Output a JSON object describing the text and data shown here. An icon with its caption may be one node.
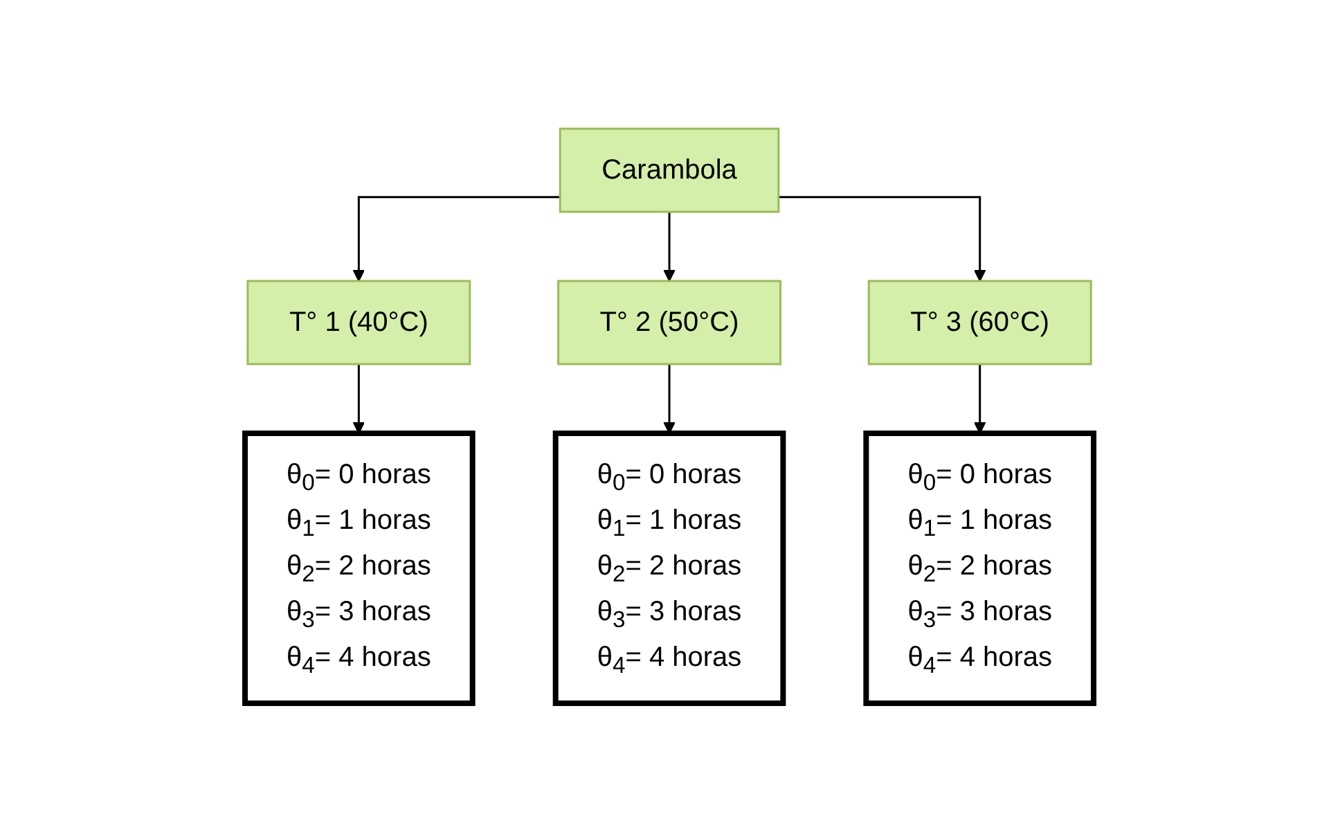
{
  "diagram": {
    "nodes": [
      {
        "text": [
          "Carambola"
        ]
      },
      {
        "text": [
          "T° 1 (40°C)"
        ]
      },
      {
        "text": [
          "T° 2 (50°C)"
        ]
      },
      {
        "text": [
          "T° 3 (60°C)"
        ]
      },
      {
        "text": [
          "θ$_{0}$= 0 horas",
          "θ$_{1}$= 1 horas",
          "θ$_{2}$= 2 horas",
          "θ$_{3}$= 3 horas",
          "θ$_{4}$= 4 horas"
        ]
      },
      {
        "text": [
          "θ$_{0}$= 0 horas",
          "θ$_{1}$= 1 horas",
          "θ$_{2}$= 2 horas",
          "θ$_{3}$= 3 horas",
          "θ$_{4}$= 4 horas"
        ]
      },
      {
        "text": [
          "θ$_{0}$= 0 horas",
          "θ$_{1}$= 1 horas",
          "θ$_{2}$= 2 horas",
          "θ$_{3}$= 3 horas",
          "θ$_{4}$= 4 horas"
        ]
      }
    ],
    "edges": [
      {
        "from": 0,
        "to": 1,
        "arrow": "to"
      },
      {
        "from": 0,
        "to": 2,
        "arrow": "to"
      },
      {
        "from": 0,
        "to": 3,
        "arrow": "to"
      },
      {
        "from": 1,
        "to": 4,
        "arrow": "to"
      },
      {
        "from": 2,
        "to": 5,
        "arrow": "to"
      },
      {
        "from": 3,
        "to": 6,
        "arrow": "to"
      }
    ]
  }
}
